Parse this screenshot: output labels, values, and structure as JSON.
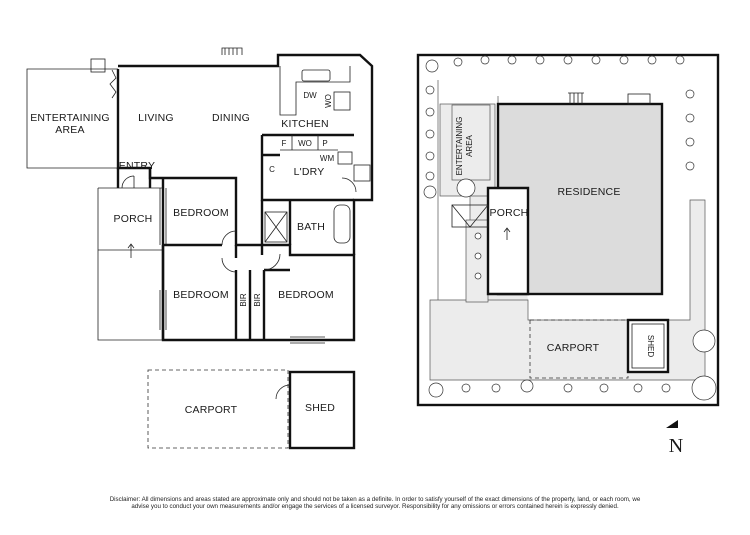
{
  "floor_plan": {
    "entertaining_area": "ENTERTAINING\nAREA",
    "living": "LIVING",
    "dining": "DINING",
    "kitchen": "KITCHEN",
    "dw": "DW",
    "wo_top": "WO",
    "fridge": "F",
    "wall_oven": "WO",
    "pantry": "P",
    "washing_machine": "WM",
    "cupboard": "C",
    "laundry": "L'DRY",
    "entry": "ENTRY",
    "porch": "PORCH",
    "bedroom_1": "BEDROOM",
    "bedroom_2": "BEDROOM",
    "bedroom_3": "BEDROOM",
    "bath": "BATH",
    "bir_1": "BIR",
    "bir_2": "BIR",
    "carport": "CARPORT",
    "shed": "SHED"
  },
  "site_plan": {
    "entertaining_area": "ENTERTAINING\nAREA",
    "residence": "RESIDENCE",
    "porch": "PORCH",
    "carport": "CARPORT",
    "shed": "SHED",
    "north": "N"
  },
  "disclaimer": "Disclaimer: All dimensions and areas stated are approximate only and should not be taken as a definite. In order to satisfy yourself of the exact dimensions of the property, land, or each room, we advise you to conduct your own measurements and/or engage the services of a licensed surveyor. Responsibility for any omissions or errors contained herein is expressly denied."
}
